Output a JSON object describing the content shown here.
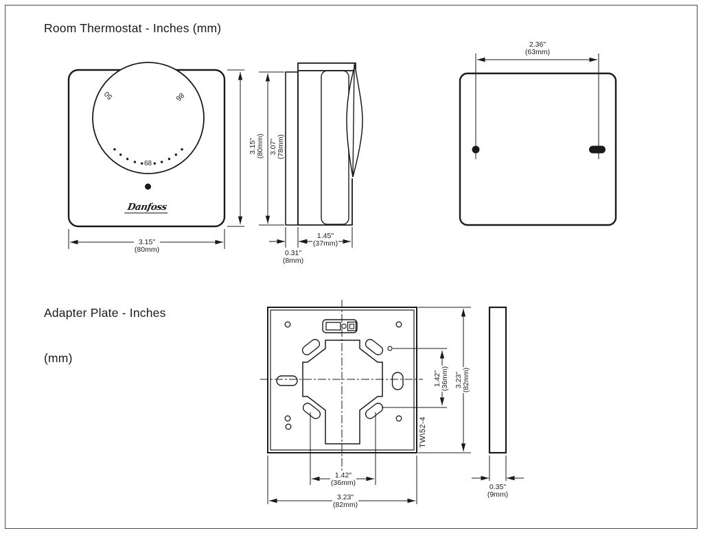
{
  "figure": {
    "colors": {
      "line": "#1a1a1a",
      "background": "#ffffff"
    },
    "thermostat": {
      "title": "Room Thermostat - Inches (mm)",
      "brand": "Danfoss",
      "dial": {
        "min_label": "50",
        "max_label": "86",
        "set_label": "68"
      },
      "dims": {
        "front_height": {
          "in": "3.15\"",
          "mm": "(80mm)"
        },
        "front_width": {
          "in": "3.15\"",
          "mm": "(80mm)"
        },
        "side_height": {
          "in": "3.07\"",
          "mm": "(78mm)"
        },
        "side_depth": {
          "in": "1.45\"",
          "mm": "(37mm)"
        },
        "side_plate": {
          "in": "0.31\"",
          "mm": "(8mm)"
        },
        "back_hole_spacing": {
          "in": "2.36\"",
          "mm": "(63mm)"
        }
      }
    },
    "adapter": {
      "title_line1": "Adapter Plate - Inches",
      "title_line2": "(mm)",
      "part_label": "TW\\52-4",
      "dims": {
        "hole_spacing_vertical": {
          "in": "1.42\"",
          "mm": "(36mm)"
        },
        "height": {
          "in": "3.23\"",
          "mm": "(82mm)"
        },
        "hole_spacing_horizontal": {
          "in": "1.42\"",
          "mm": "(36mm)"
        },
        "width": {
          "in": "3.23\"",
          "mm": "(82mm)"
        },
        "thickness": {
          "in": "0.35\"",
          "mm": "(9mm)"
        }
      }
    }
  }
}
